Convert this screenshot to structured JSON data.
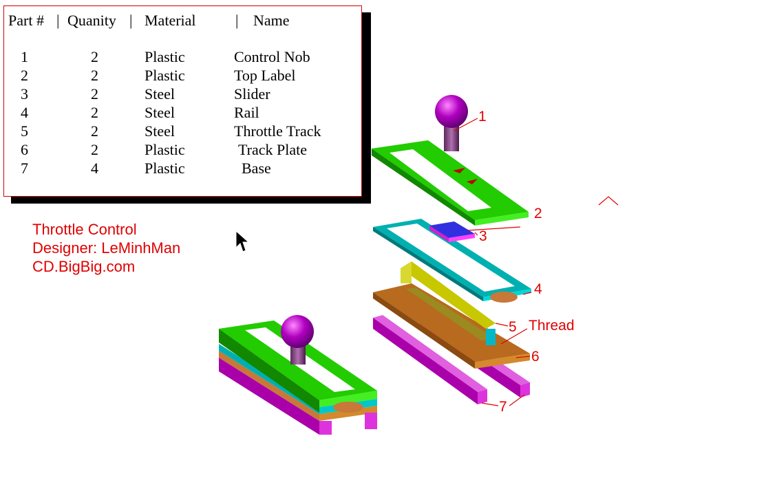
{
  "bom": {
    "headers": [
      "Part #",
      "|",
      "Quanity",
      "|",
      "Material",
      "|",
      "Name"
    ],
    "rows": [
      {
        "part": "1",
        "qty": "2",
        "material": "Plastic",
        "name": "Control Nob"
      },
      {
        "part": "2",
        "qty": "2",
        "material": "Plastic",
        "name": "Top Label"
      },
      {
        "part": "3",
        "qty": "2",
        "material": "Steel",
        "name": "Slider"
      },
      {
        "part": "4",
        "qty": "2",
        "material": "Steel",
        "name": "Rail"
      },
      {
        "part": "5",
        "qty": "2",
        "material": "Steel",
        "name": "Throttle Track"
      },
      {
        "part": "6",
        "qty": "2",
        "material": "Plastic",
        "name": "Track Plate"
      },
      {
        "part": "7",
        "qty": "4",
        "material": "Plastic",
        "name": "Base"
      }
    ]
  },
  "credits": {
    "line1": "Throttle Control",
    "line2": "Designer: LeMinhMan",
    "line3": "CD.BigBig.com"
  },
  "callouts": {
    "c1": "1",
    "c2": "2",
    "c3": "3",
    "c4": "4",
    "c5": "5",
    "thread": "Thread",
    "c6": "6",
    "c7": "7"
  },
  "colors": {
    "label_red": "#e00000",
    "green": "#22cc00",
    "cyan": "#00a8a8",
    "magenta": "#cc00cc",
    "brown": "#b86a1e",
    "yellow": "#c8c800",
    "knob": "#b000c0"
  }
}
